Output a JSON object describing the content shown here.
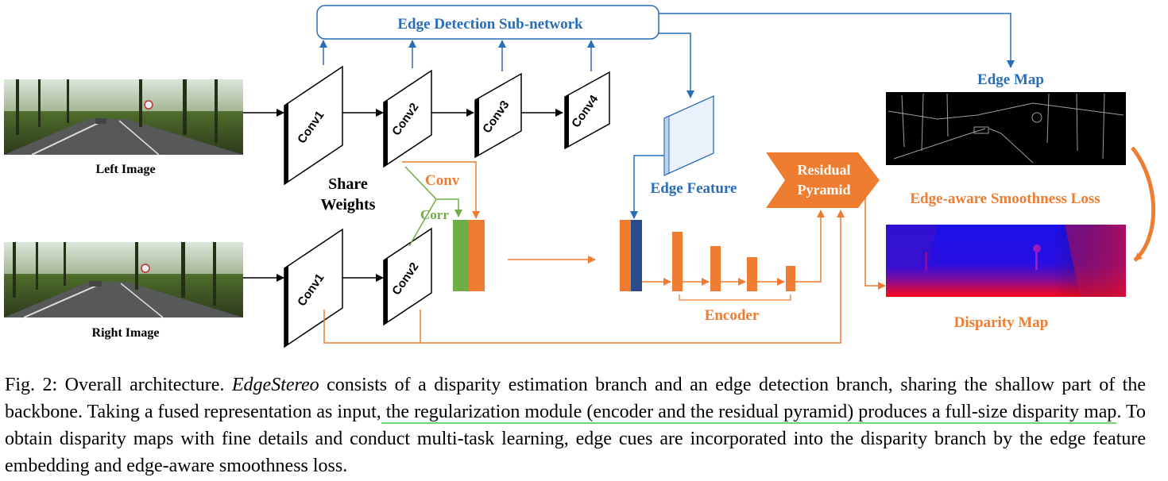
{
  "labels": {
    "edge_subnet": "Edge Detection Sub-network",
    "left_image": "Left Image",
    "right_image": "Right Image",
    "share": "Share",
    "weights": "Weights",
    "conv_left": [
      "Conv1",
      "Conv2",
      "Conv3",
      "Conv4"
    ],
    "conv_right": [
      "Conv1",
      "Conv2"
    ],
    "conv": "Conv",
    "corr": "Corr",
    "edge_feature": "Edge Feature",
    "residual": "Residual",
    "pyramid": "Pyramid",
    "encoder": "Encoder",
    "edge_map": "Edge Map",
    "loss": "Edge-aware Smoothness Loss",
    "disparity_map": "Disparity Map"
  },
  "caption": {
    "p1": "Fig. 2: Overall architecture. ",
    "em": "EdgeStereo",
    "p2": " consists of a disparity estimation branch and an edge detection branch, sharing the shallow part of the backbone. Taking a fused representation as input,",
    "hl": " the regularization module (encoder and the residual pyramid) produces a full-size disparity map",
    "p3": ". To obtain disparity maps with fine details and conduct multi-task learning, edge cues are incorporated into the disparity branch by the edge feature embedding and edge-aware smoothness loss."
  },
  "colors": {
    "blue": "#2a6db7",
    "orange": "#ee7d31",
    "green": "#70ad47",
    "navy": "#2b4c8c"
  }
}
